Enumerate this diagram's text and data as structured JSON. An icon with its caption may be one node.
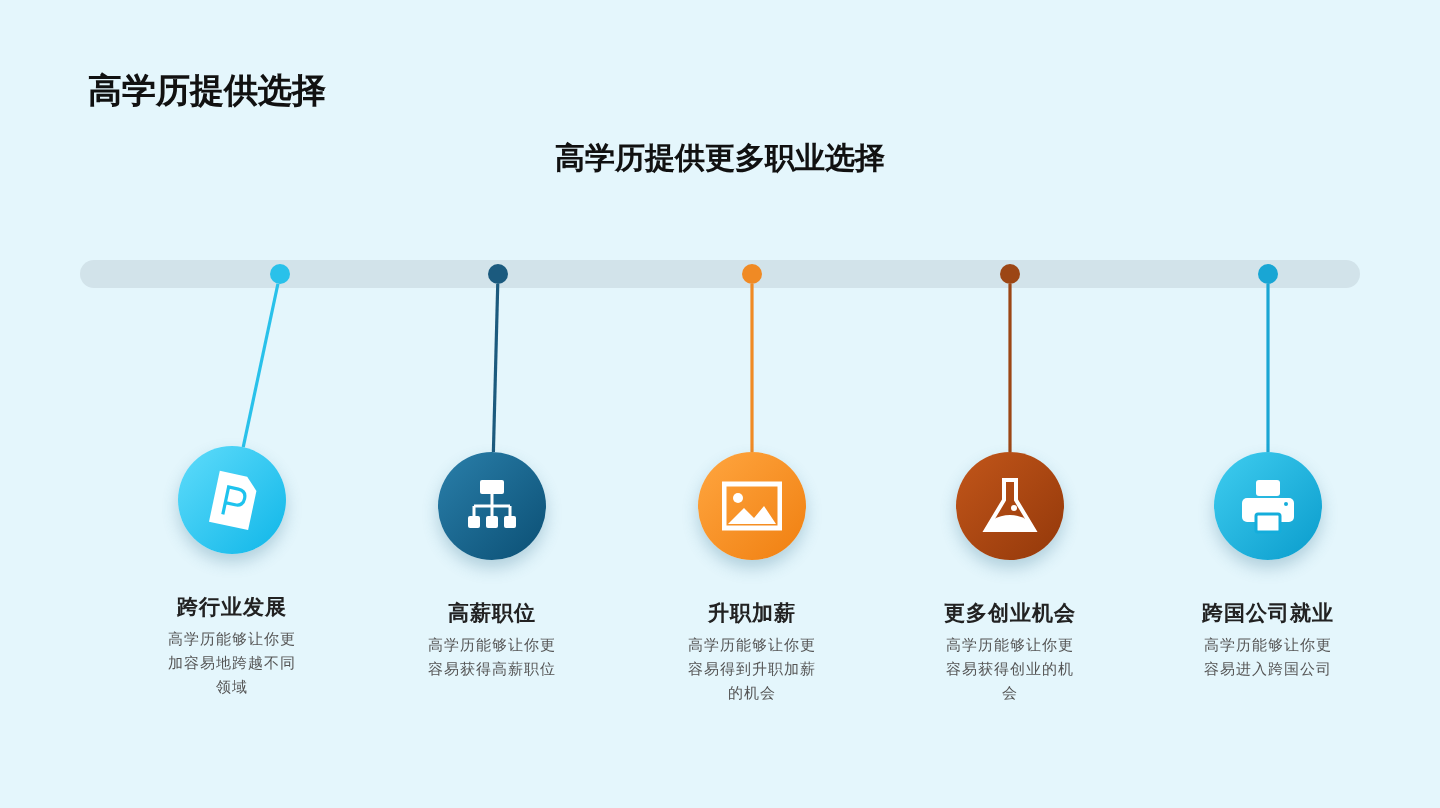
{
  "diagram": {
    "title": "高学历提供选择",
    "nodes": [
      {
        "text": [],
        "shape": "circle"
      },
      {
        "text": [],
        "shape": "circle"
      },
      {
        "text": [],
        "shape": "circle"
      },
      {
        "text": [],
        "shape": "circle"
      },
      {
        "text": [],
        "shape": "circle"
      },
      {
        "text": [
          "跨行业发展",
          "高学历能够让你更加容易地跨越不同领域"
        ]
      },
      {
        "text": [
          "高薪职位",
          "高学历能够让你更容易获得高薪职位"
        ]
      },
      {
        "text": [
          "升职加薪",
          "高学历能够让你更容易得到升职加薪的机会"
        ]
      },
      {
        "text": [
          "更多创业机会",
          "高学历能够让你更容易获得创业的机会"
        ]
      },
      {
        "text": [
          "跨国公司就业",
          "高学历能够让你更容易进入跨国公司"
        ]
      }
    ],
    "edges": [
      {
        "from": 0,
        "to": 5,
        "arrow": "none",
        "color": "#29c1ea"
      },
      {
        "from": 1,
        "to": 6,
        "arrow": "none",
        "color": "#1b5a7e"
      },
      {
        "from": 2,
        "to": 7,
        "arrow": "none",
        "color": "#f08a24"
      },
      {
        "from": 3,
        "to": 8,
        "arrow": "none",
        "color": "#9c4614"
      },
      {
        "from": 4,
        "to": 9,
        "arrow": "none",
        "color": "#19a6d4"
      }
    ],
    "labels": [
      "高学历提供更多职业选择"
    ]
  }
}
